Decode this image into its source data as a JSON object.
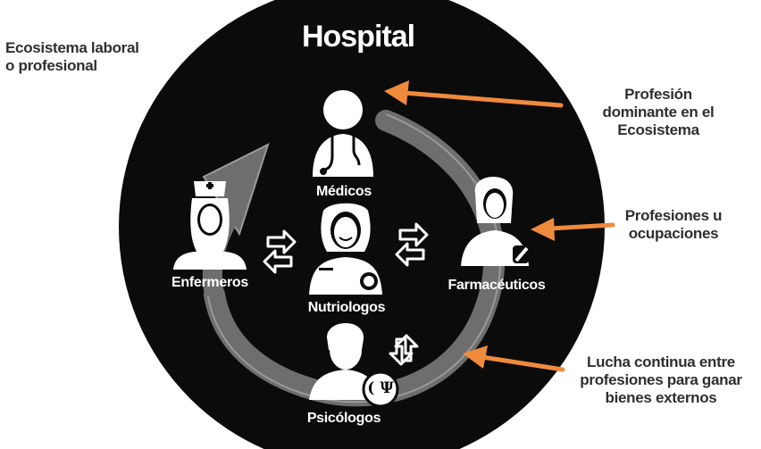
{
  "title": "Hospital",
  "left_label": [
    "Ecosistema laboral",
    "o profesional"
  ],
  "nodes": {
    "medicos": "Médicos",
    "enfermeros": "Enfermeros",
    "nutriologos": "Nutriologos",
    "farmaceuticos": "Farmacéuticos",
    "psicologos": "Psicólogos"
  },
  "annotations": {
    "profesion_dominante": [
      "Profesión",
      "dominante en el",
      "Ecosistema"
    ],
    "profesiones": [
      "Profesiones u",
      "ocupaciones"
    ],
    "lucha": [
      "Lucha continua entre",
      "profesiones para ganar",
      "bienes externos"
    ]
  },
  "psi_symbol": "( Ψ",
  "colors": {
    "background": "#ffffff",
    "circle": "#0b0b0b",
    "ring": "#6e6e6e",
    "arrow": "#f08a3c",
    "text_dark": "#2f2f2f",
    "text_light": "#ffffff"
  },
  "icons": [
    "doctor-icon",
    "nurse-icon",
    "nutritionist-icon",
    "pharmacist-icon",
    "psychologist-icon",
    "exchange-arrows-icon",
    "orange-pointer-arrow"
  ]
}
